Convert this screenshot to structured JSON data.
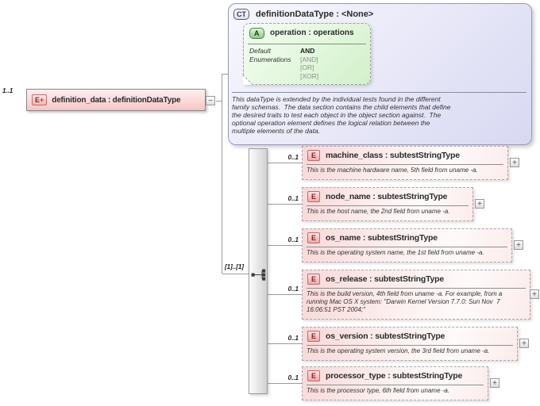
{
  "diagram": {
    "root_element": {
      "cardinality": "1..1",
      "badge": "E",
      "badge_plus": "+",
      "label": "definition_data : definitionDataType"
    },
    "complex_type": {
      "badge": "CT",
      "title": "definitionDataType : <None>",
      "attribute": {
        "badge": "A",
        "title": "operation : operations",
        "default_label": "Default",
        "default_value": "AND",
        "enumerations_label": "Enumerations",
        "enumerations": [
          "[AND]",
          "[OR]",
          "[XOR]"
        ]
      },
      "documentation": "This dataType is extended by the individual tests found in the different\nfamily schemas.  The data section contains the child elements that define\nthe desired traits to test each object in the object section against.  The\noptional operation element defines the logical relation between the\nmultiple elements of the data."
    },
    "sequence": {
      "cardinality": "[1]..[1]"
    },
    "connectors": {
      "collapse": "−",
      "expand": "+"
    },
    "children": [
      {
        "cardinality": "0..1",
        "badge": "E",
        "label": "machine_class : subtestStringType",
        "doc": "This is the machine hardware name, 5th field from uname -a."
      },
      {
        "cardinality": "0..1",
        "badge": "E",
        "label": "node_name : subtestStringType",
        "doc": "This is the host name, the 2nd field from uname -a."
      },
      {
        "cardinality": "0..1",
        "badge": "E",
        "label": "os_name : subtestStringType",
        "doc": "This is the operating system name, the 1st field from uname -a."
      },
      {
        "cardinality": "0..1",
        "badge": "E",
        "label": "os_release : subtestStringType",
        "doc": "This is the build version, 4th field from uname -a. For example, from a\nrunning Mac OS X system: \"Darwin Kernel Version 7.7.0: Sun Nov  7\n16:06:51 PST 2004;\""
      },
      {
        "cardinality": "0..1",
        "badge": "E",
        "label": "os_version : subtestStringType",
        "doc": "This is the operating system version, the 3rd field from uname -a."
      },
      {
        "cardinality": "0..1",
        "badge": "E",
        "label": "processor_type : subtestStringType",
        "doc": "This is the processor type, 6th field from uname -a."
      }
    ]
  }
}
